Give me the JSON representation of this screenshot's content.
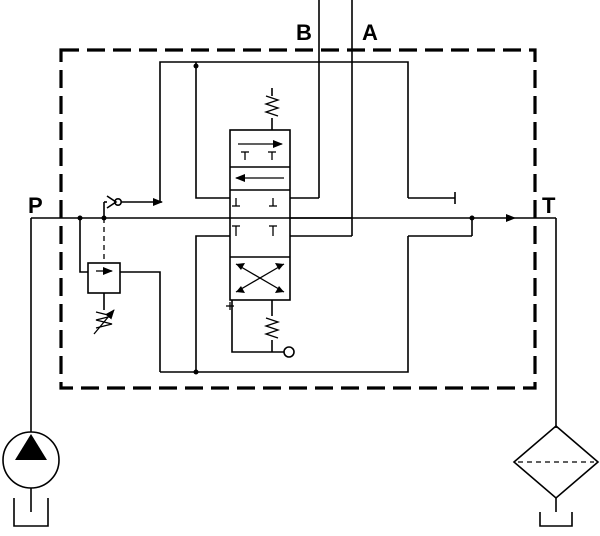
{
  "diagram": {
    "ports": {
      "b": "B",
      "a": "A",
      "p": "P",
      "t": "T"
    },
    "components": [
      {
        "name": "pump-icon"
      },
      {
        "name": "filter-icon"
      },
      {
        "name": "directional-valve-icon"
      },
      {
        "name": "check-valve-icon"
      },
      {
        "name": "pressure-relief-valve-icon"
      },
      {
        "name": "spring-icon"
      }
    ]
  }
}
